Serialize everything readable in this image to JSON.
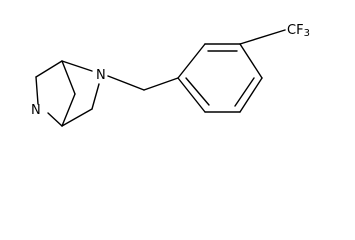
{
  "molecule": {
    "atoms": {
      "secondary_amine": "N",
      "tertiary_amine": "N",
      "trifluoromethyl": "CF",
      "trifluoromethyl_subscript": "3"
    },
    "colors": {
      "bond": "#000000",
      "label": "#000000",
      "background": "#ffffff"
    }
  }
}
